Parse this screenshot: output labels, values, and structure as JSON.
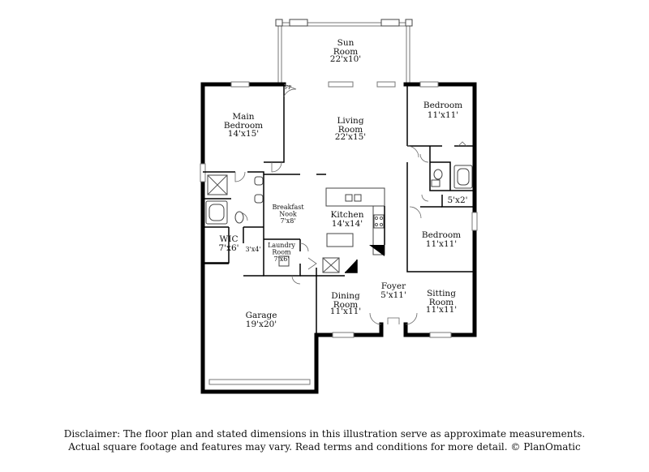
{
  "rooms": {
    "sun_room": {
      "name": "Sun\nRoom",
      "dim": "22'x10'"
    },
    "living_room": {
      "name": "Living\nRoom",
      "dim": "22'x15'"
    },
    "main_bedroom": {
      "name": "Main\nBedroom",
      "dim": "14'x15'"
    },
    "bedroom_1": {
      "name": "Bedroom",
      "dim": "11'x11'"
    },
    "bedroom_2": {
      "name": "Bedroom",
      "dim": "11'x11'"
    },
    "closet": {
      "dim": "5'x2'"
    },
    "breakfast_nook": {
      "name": "Breakfast\nNook",
      "dim": "7'x8'"
    },
    "kitchen": {
      "name": "Kitchen",
      "dim": "14'x14'"
    },
    "wic": {
      "name": "WIC",
      "dim": "7'x6'"
    },
    "small_closet": {
      "dim": "3'x4'"
    },
    "laundry_room": {
      "name": "Laundry\nRoom",
      "dim": "7'x6'"
    },
    "foyer": {
      "name": "Foyer",
      "dim": "5'x11'"
    },
    "dining_room": {
      "name": "Dining\nRoom",
      "dim": "11'x11'"
    },
    "sitting_room": {
      "name": "Sitting\nRoom",
      "dim": "11'x11'"
    },
    "garage": {
      "name": "Garage",
      "dim": "19'x20'"
    }
  },
  "fireplace_label": "FP",
  "disclaimer": {
    "line1": "Disclaimer: The floor plan and stated dimensions in this illustration serve as approximate measurements.",
    "line2": "Actual square footage and features may vary. Read terms and conditions for more detail. © PlanOmatic"
  }
}
